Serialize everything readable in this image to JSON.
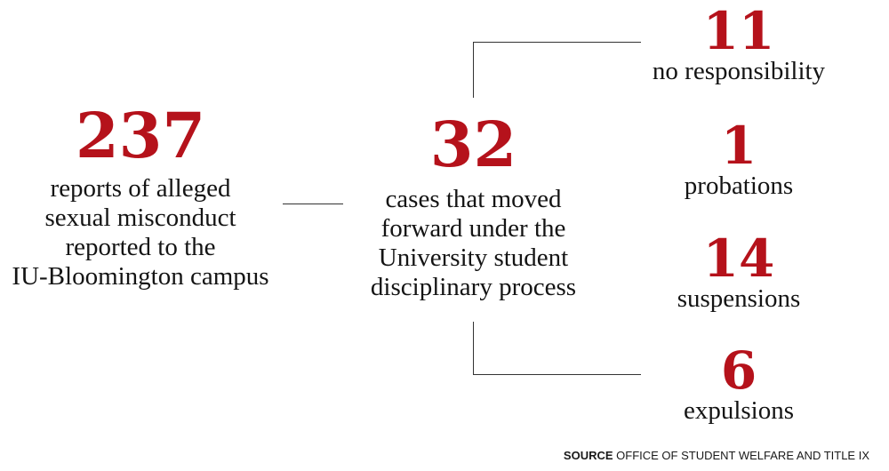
{
  "accent_color": "#b5121b",
  "left": {
    "number": "237",
    "lines": [
      "reports of alleged",
      "sexual misconduct",
      "reported to the",
      "IU-Bloomington campus"
    ]
  },
  "middle": {
    "number": "32",
    "lines": [
      "cases that moved",
      "forward under the",
      "University student",
      "disciplinary process"
    ]
  },
  "outcomes": [
    {
      "number": "11",
      "label": "no responsibility"
    },
    {
      "number": "1",
      "label": "probations"
    },
    {
      "number": "14",
      "label": "suspensions"
    },
    {
      "number": "6",
      "label": "expulsions"
    }
  ],
  "source": {
    "prefix": "SOURCE",
    "text": "OFFICE OF STUDENT WELFARE AND TITLE IX"
  }
}
